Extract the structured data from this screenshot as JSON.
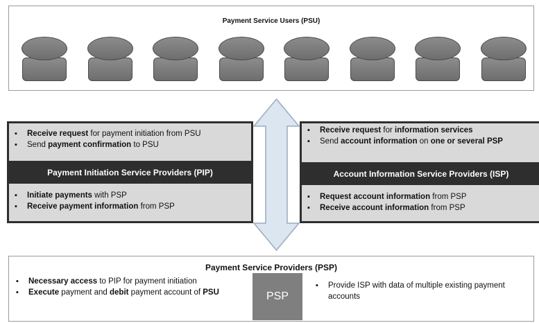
{
  "psu": {
    "title": "Payment Service Users (PSU)",
    "user_count": 8
  },
  "pip": {
    "top_items": [
      {
        "bold": "Receive request",
        "rest": " for payment initiation  from PSU"
      },
      {
        "pre": "Send ",
        "bold": "payment confirmation",
        "rest": " to PSU"
      }
    ],
    "band_label": "Payment Initiation Service Providers (PIP)",
    "bottom_items": [
      {
        "bold": "Initiate payments",
        "rest": " with PSP"
      },
      {
        "bold": "Receive payment information",
        "rest": " from PSP"
      }
    ]
  },
  "isp": {
    "top_items": [
      {
        "bold": "Receive request",
        "rest": " for ",
        "bold2": "information services"
      },
      {
        "pre": "Send ",
        "bold": "account information",
        "rest": " on ",
        "bold2": "one or several PSP"
      }
    ],
    "band_label": "Account Information Service Providers (ISP)",
    "bottom_items": [
      {
        "bold": "Request account information",
        "rest": " from PSP"
      },
      {
        "bold": "Receive account information",
        "rest": " from PSP"
      }
    ]
  },
  "psp": {
    "title": "Payment Service Providers (PSP)",
    "left_items": [
      {
        "bold": "Necessary access",
        "rest": " to PIP for payment  initiation"
      },
      {
        "bold": "Execute",
        "rest": " payment and ",
        "bold2": "debit",
        "rest2": " payment account of ",
        "bold3": "PSU"
      }
    ],
    "square_label": "PSP",
    "right_items": [
      {
        "rest": "Provide ISP with  data of multiple existing payment accounts"
      }
    ]
  },
  "colors": {
    "dark_band": "#2e2e2e",
    "panel_fill": "#d9d9d9",
    "user_fill": "#7f7f7f",
    "arrow_fill": "#dce6f0",
    "arrow_stroke": "#9aaabf"
  }
}
